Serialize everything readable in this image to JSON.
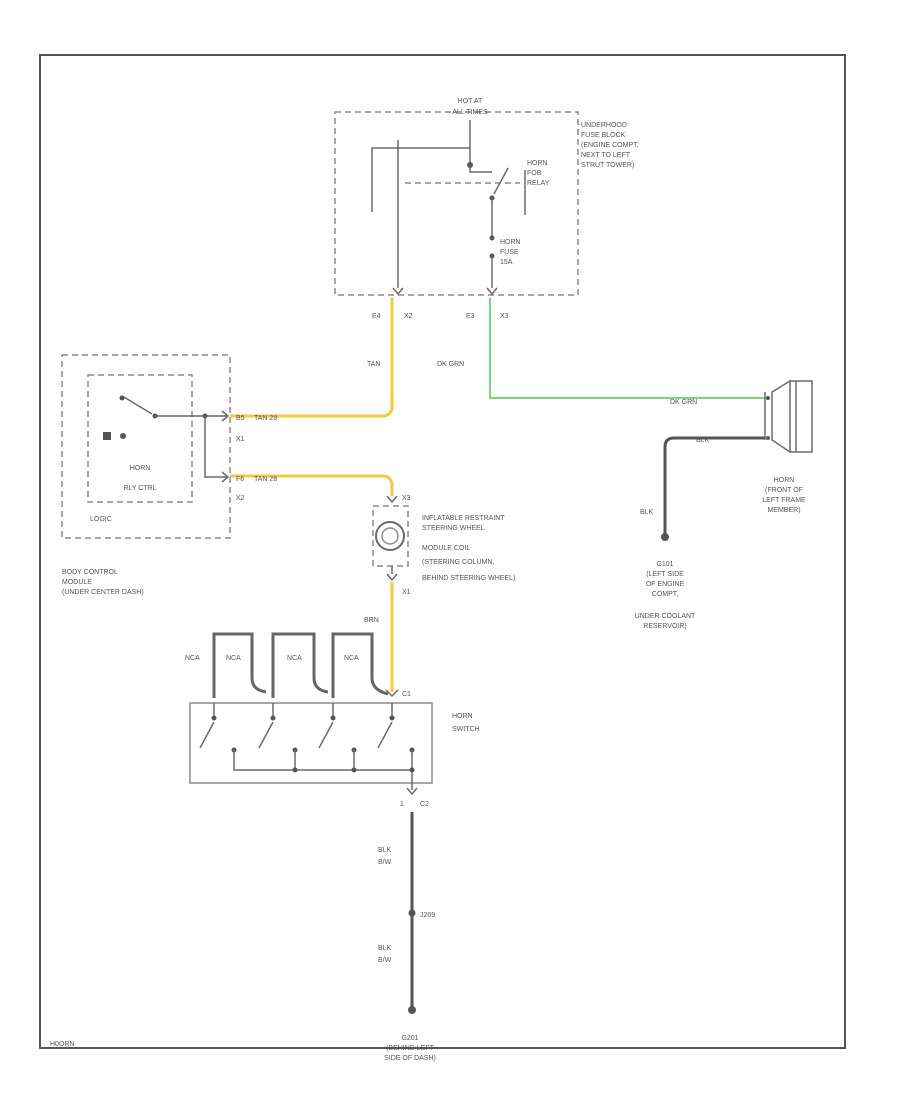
{
  "colors": {
    "wire_tan": "#f5c842",
    "wire_dkgrn": "#7cd67c",
    "wire_dark": "#666666",
    "border": "#555555"
  },
  "fuse_block": {
    "hot_at_l1": "HOT AT",
    "hot_at_l2": "ALL TIMES",
    "name_l1": "UNDERHOOD",
    "name_l2": "FUSE BLOCK",
    "name_l3": "(ENGINE COMPT,",
    "name_l4": "NEXT TO LEFT",
    "name_l5": "STRUT TOWER)",
    "relay_l1": "HORN",
    "relay_l2": "FOB",
    "relay_l3": "RELAY",
    "fuse_l1": "HORN",
    "fuse_l2": "FUSE",
    "fuse_l3": "15A",
    "pin_left": "E4",
    "conn_left": "X2",
    "pin_right": "E3",
    "conn_right": "X3"
  },
  "wires": {
    "tan_vertical": "TAN",
    "dkgrn_vertical": "DK GRN",
    "dkgrn_horizontal": "DK GRN",
    "bcm_x1": "TAN  28",
    "bcm_x2": "TAN  28",
    "blk_horn": "BLK",
    "blk_g101": "BLK",
    "yel_sw": "BRN",
    "blk_sw_l1": "BLK",
    "blk_sw_l2": "B/W",
    "blk_g201_l1": "BLK",
    "blk_g201_l2": "B/W",
    "nca_1": "NCA",
    "nca_2": "NCA",
    "nca_3": "NCA",
    "nca_4": "NCA"
  },
  "bcm": {
    "pin_1": "B5",
    "conn_1": "X1",
    "pin_2": "F6",
    "conn_2": "X2",
    "func_l1": "HORN",
    "func_l2": "RLY CTRL",
    "logic": "LOGIC",
    "name_l1": "BODY CONTROL",
    "name_l2": "MODULE",
    "name_l3": "(UNDER CENTER DASH)"
  },
  "coil": {
    "pin_top": "X3",
    "pin_bot": "X1",
    "name_l1": "INFLATABLE RESTRAINT",
    "name_l2": "STEERING WHEEL",
    "name_l3": "MODULE COIL",
    "name_l4": "(STEERING COLUMN,",
    "name_l5": "BEHIND STEERING WHEEL)"
  },
  "horn": {
    "name_l1": "HORN",
    "name_l2": "(FRONT OF",
    "name_l3": "LEFT FRAME",
    "name_l4": "MEMBER)"
  },
  "ground_g101": {
    "name_l1": "G101",
    "name_l2": "(LEFT SIDE",
    "name_l3": "OF ENGINE",
    "name_l4": "COMPT,",
    "name_l5": "UNDER COOLANT",
    "name_l6": "RESERVOIR)"
  },
  "horn_switch": {
    "name_l1": "HORN",
    "name_l2": "SWITCH",
    "pin_top": "C1",
    "pin_bot": "1",
    "conn_bot": "C2"
  },
  "splice": {
    "name": "J209"
  },
  "ground_g201": {
    "name_l1": "G201",
    "name_l2": "(BEHIND LEFT",
    "name_l3": "SIDE OF DASH)"
  },
  "footer": {
    "code": "H0ORN"
  }
}
